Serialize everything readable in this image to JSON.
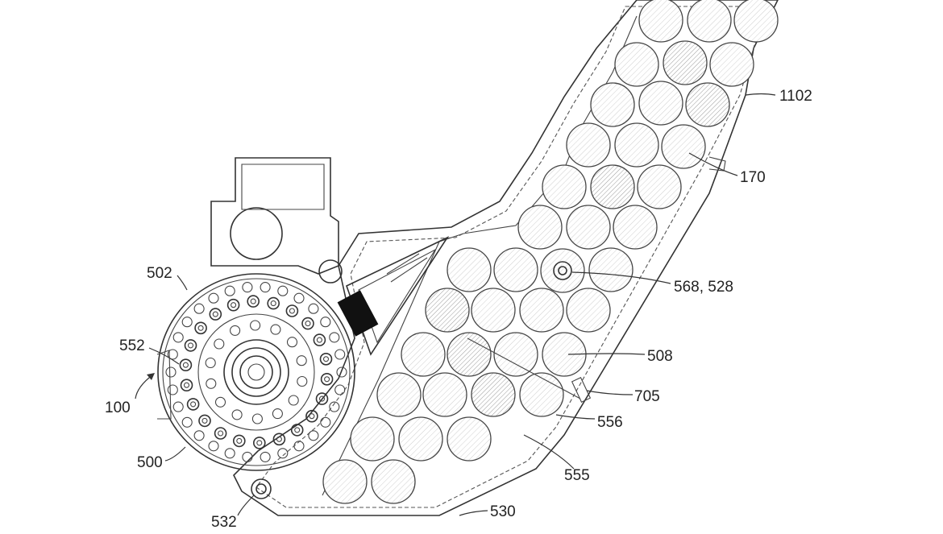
{
  "figure": {
    "labels": {
      "l1102": "1102",
      "l170": "170",
      "l568": "568, 528",
      "l508": "508",
      "l705": "705",
      "l556": "556",
      "l555": "555",
      "l530": "530",
      "l532": "532",
      "l500": "500",
      "l100": "100",
      "l552": "552",
      "l502": "502"
    }
  }
}
